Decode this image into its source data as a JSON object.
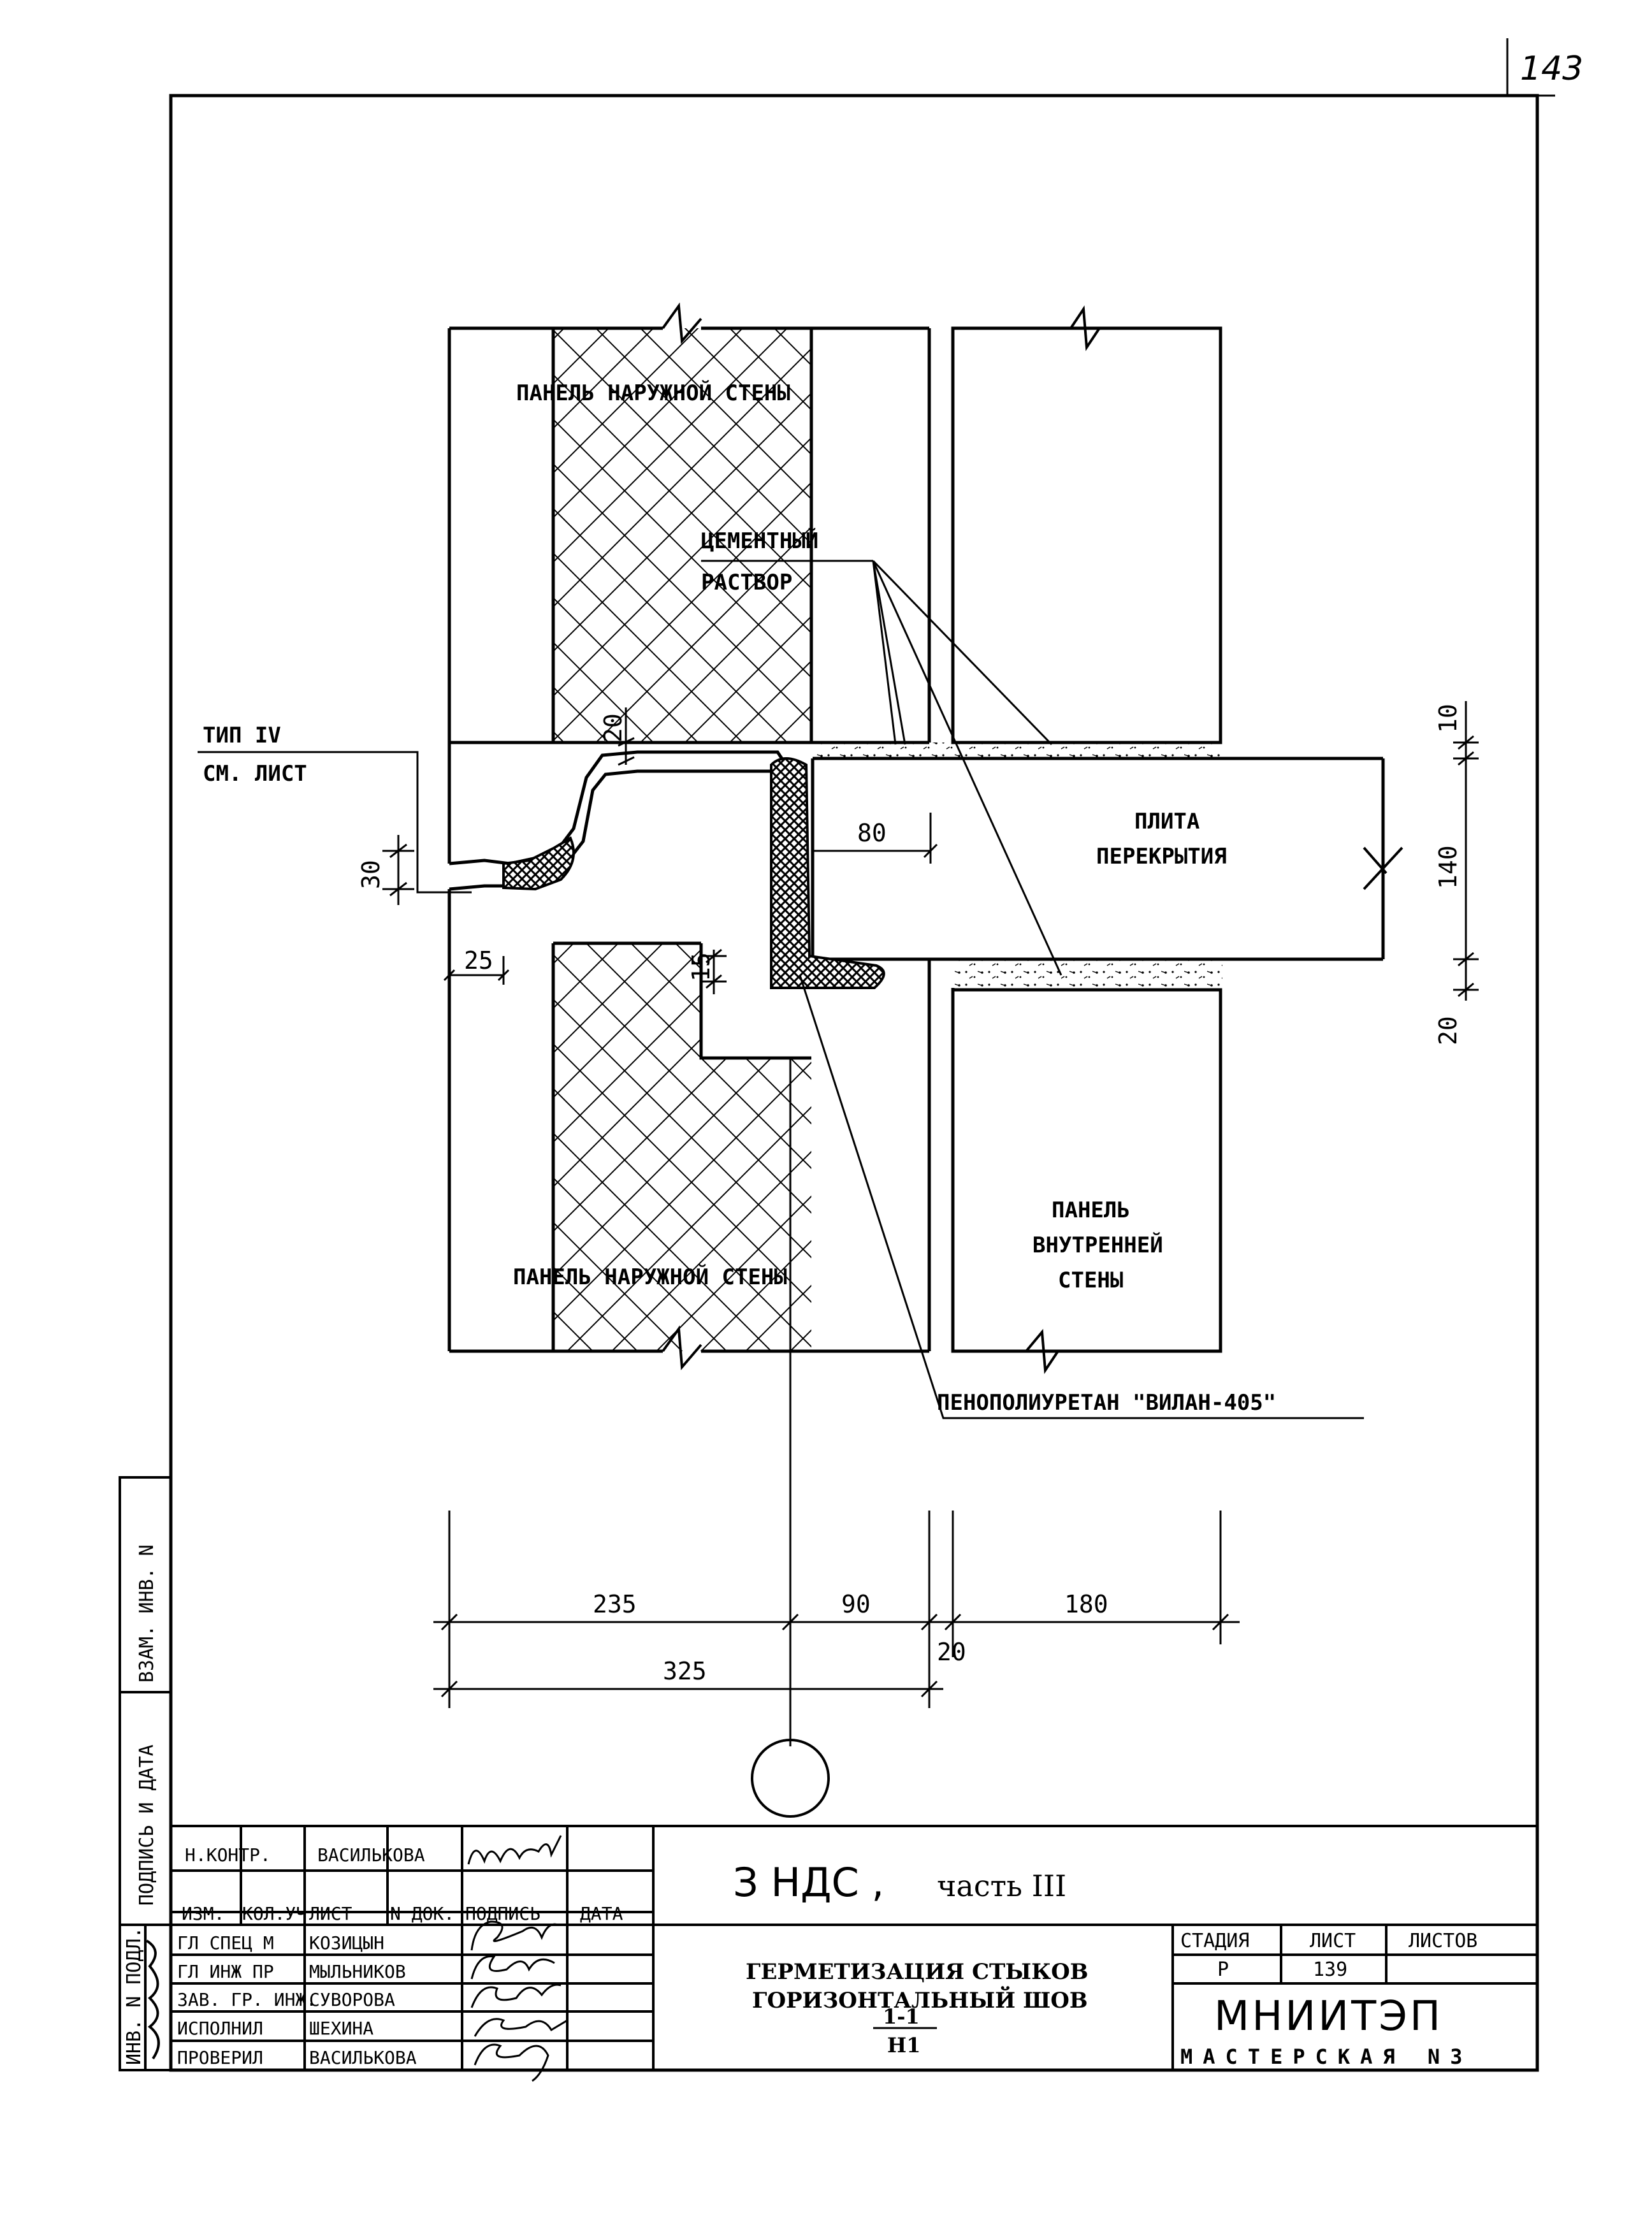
{
  "page_number": "143",
  "drawing": {
    "labels": {
      "panel_outer_top": "ПАНЕЛЬ НАРУЖНОЙ СТЕНЫ",
      "panel_outer_bottom": "ПАНЕЛЬ НАРУЖНОЙ СТЕНЫ",
      "mortar_line1": "ЦЕМЕНТНЫЙ",
      "mortar_line2": "РАСТВОР",
      "type_line1": "ТИП IV",
      "type_line2": "СМ. ЛИСТ",
      "slab_line1": "ПЛИТА",
      "slab_line2": "ПЕРЕКРЫТИЯ",
      "inner_line1": "ПАНЕЛЬ",
      "inner_line2": "ВНУТРЕННЕЙ",
      "inner_line3": "СТЕНЫ",
      "foam": "ПЕНОПОЛИУРЕТАН \"ВИЛАН-405\""
    },
    "dimensions": {
      "d20_top": "20",
      "d80": "80",
      "d30": "30",
      "d25": "25",
      "d15": "15",
      "d10": "10",
      "d140": "140",
      "d20_right": "20",
      "d235": "235",
      "d90": "90",
      "d180": "180",
      "d325": "325",
      "d20_bottom": "20"
    }
  },
  "side_stamp": {
    "vzam_inv": "ВЗАМ. ИНВ. N",
    "podpis_data": "ПОДПИСЬ И ДАТА",
    "inv_podl": "ИНВ. N ПОДЛ."
  },
  "title_block": {
    "n_kontr_label": "Н.КОНТР.",
    "n_kontr_name": "ВАСИЛЬКОВА",
    "headers": [
      "ИЗМ.",
      "КОЛ.УЧ",
      "ЛИСТ",
      "N ДОК.",
      "ПОДПИСЬ",
      "ДАТА"
    ],
    "staff": [
      {
        "role": "ГЛ СПЕЦ М",
        "name": "КОЗИЦЫН"
      },
      {
        "role": "ГЛ ИНЖ ПР",
        "name": "МЫЛЬНИКОВ"
      },
      {
        "role": "ЗАВ. ГР. ИНЖ.",
        "name": "СУВОРОВА"
      },
      {
        "role": "ИСПОЛНИЛ",
        "name": "ШЕХИНА"
      },
      {
        "role": "ПРОВЕРИЛ",
        "name": "ВАСИЛЬКОВА"
      }
    ],
    "project_code": "З НДС ,",
    "project_part": "часть III",
    "title_line1": "ГЕРМЕТИЗАЦИЯ СТЫКОВ",
    "title_line2": "ГОРИЗОНТАЛЬНЫЙ ШОВ",
    "section_num": "1-1",
    "section_den": "Н1",
    "stage_label": "СТАДИЯ",
    "sheet_label": "ЛИСТ",
    "sheets_label": "ЛИСТОВ",
    "stage_value": "Р",
    "sheet_value": "139",
    "sheets_value": "",
    "org_name": "МНИИТЭП",
    "workshop": "МАСТЕРСКАЯ N3"
  }
}
